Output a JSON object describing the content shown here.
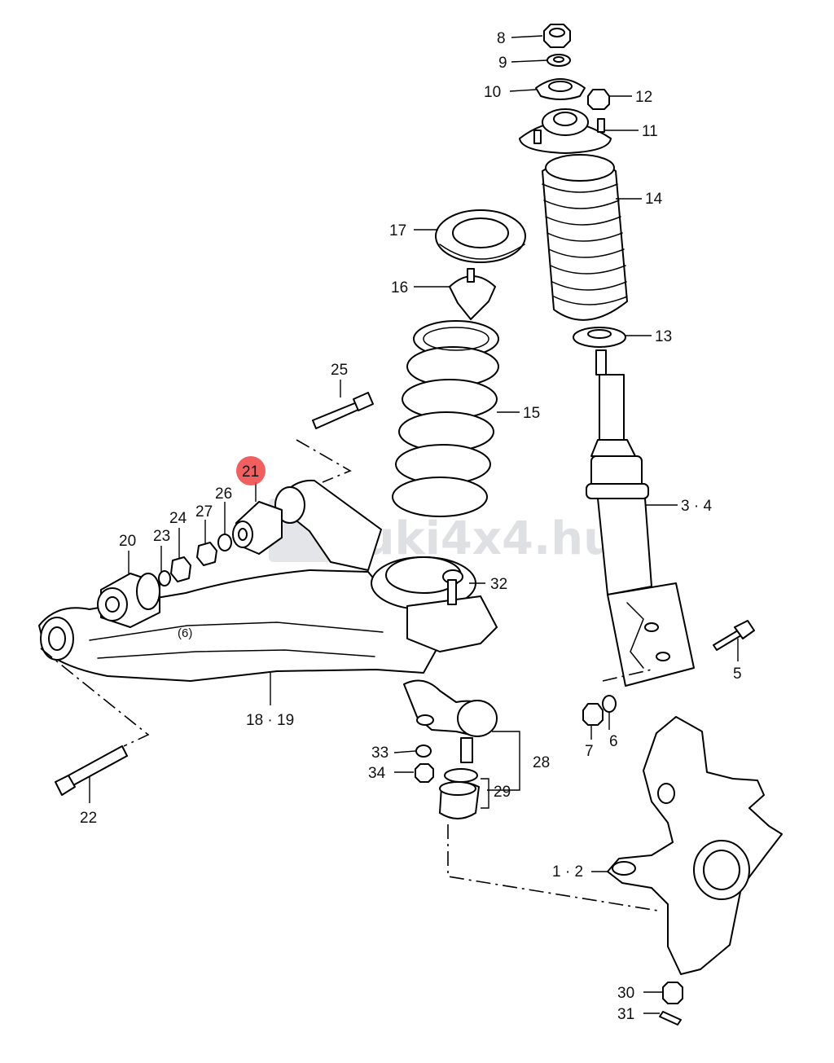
{
  "watermark": "zuki4x4.hu",
  "highlight_color": "#ef4444",
  "highlighted_part": "21",
  "labels": {
    "p1_2": "1 · 2",
    "p3_4": "3 · 4",
    "p5": "5",
    "p6": "6",
    "p7": "7",
    "p8": "8",
    "p9": "9",
    "p10": "10",
    "p11": "11",
    "p12": "12",
    "p13": "13",
    "p14": "14",
    "p15": "15",
    "p16": "16",
    "p17": "17",
    "p18_19": "18 · 19",
    "p20": "20",
    "p21": "21",
    "p22": "22",
    "p23": "23",
    "p24": "24",
    "p25": "25",
    "p26": "26",
    "p27": "27",
    "p28": "28",
    "p29": "29",
    "p30": "30",
    "p31": "31",
    "p32": "32",
    "p33": "33",
    "p34": "34",
    "arm_mark": "(6)"
  }
}
